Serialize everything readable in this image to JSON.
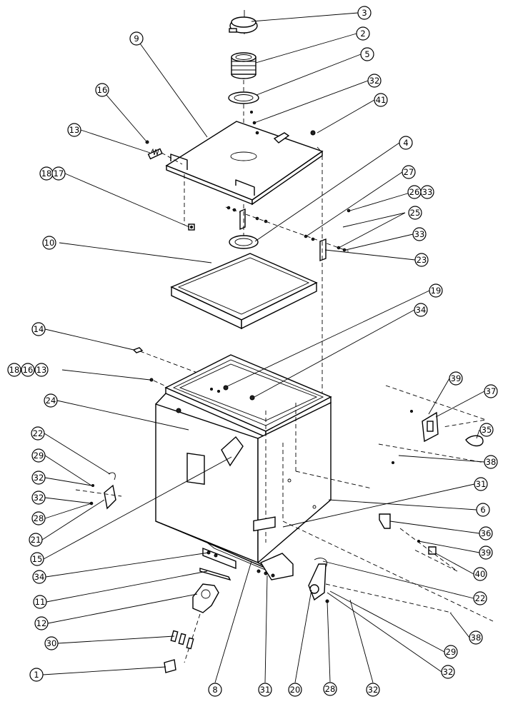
{
  "callouts": [
    {
      "id": "c3",
      "label": "3"
    },
    {
      "id": "c2",
      "label": "2"
    },
    {
      "id": "c9",
      "label": "9"
    },
    {
      "id": "c5",
      "label": "5"
    },
    {
      "id": "c32a",
      "label": "32"
    },
    {
      "id": "c16a",
      "label": "16"
    },
    {
      "id": "c41",
      "label": "41"
    },
    {
      "id": "c13a",
      "label": "13"
    },
    {
      "id": "c4",
      "label": "4"
    },
    {
      "id": "c18a",
      "label": "18"
    },
    {
      "id": "c17",
      "label": "17"
    },
    {
      "id": "c27",
      "label": "27"
    },
    {
      "id": "c26",
      "label": "26"
    },
    {
      "id": "c33a",
      "label": "33"
    },
    {
      "id": "c25",
      "label": "25"
    },
    {
      "id": "c33b",
      "label": "33"
    },
    {
      "id": "c23",
      "label": "23"
    },
    {
      "id": "c10",
      "label": "10"
    },
    {
      "id": "c19",
      "label": "19"
    },
    {
      "id": "c34a",
      "label": "34"
    },
    {
      "id": "c14",
      "label": "14"
    },
    {
      "id": "c18b",
      "label": "18"
    },
    {
      "id": "c16b",
      "label": "16"
    },
    {
      "id": "c13b",
      "label": "13"
    },
    {
      "id": "c39a",
      "label": "39"
    },
    {
      "id": "c37",
      "label": "37"
    },
    {
      "id": "c24",
      "label": "24"
    },
    {
      "id": "c35",
      "label": "35"
    },
    {
      "id": "c22a",
      "label": "22"
    },
    {
      "id": "c29a",
      "label": "29"
    },
    {
      "id": "c32b",
      "label": "32"
    },
    {
      "id": "c32c",
      "label": "32"
    },
    {
      "id": "c38a",
      "label": "38"
    },
    {
      "id": "c28a",
      "label": "28"
    },
    {
      "id": "c21",
      "label": "21"
    },
    {
      "id": "c31a",
      "label": "31"
    },
    {
      "id": "c6",
      "label": "6"
    },
    {
      "id": "c15",
      "label": "15"
    },
    {
      "id": "c36",
      "label": "36"
    },
    {
      "id": "c39b",
      "label": "39"
    },
    {
      "id": "c34b",
      "label": "34"
    },
    {
      "id": "c40",
      "label": "40"
    },
    {
      "id": "c11",
      "label": "11"
    },
    {
      "id": "c22b",
      "label": "22"
    },
    {
      "id": "c12",
      "label": "12"
    },
    {
      "id": "c38b",
      "label": "38"
    },
    {
      "id": "c29b",
      "label": "29"
    },
    {
      "id": "c30",
      "label": "30"
    },
    {
      "id": "c32d",
      "label": "32"
    },
    {
      "id": "c1",
      "label": "1"
    },
    {
      "id": "c8",
      "label": "8"
    },
    {
      "id": "c31b",
      "label": "31"
    },
    {
      "id": "c20",
      "label": "20"
    },
    {
      "id": "c28b",
      "label": "28"
    },
    {
      "id": "c32e",
      "label": "32"
    }
  ]
}
